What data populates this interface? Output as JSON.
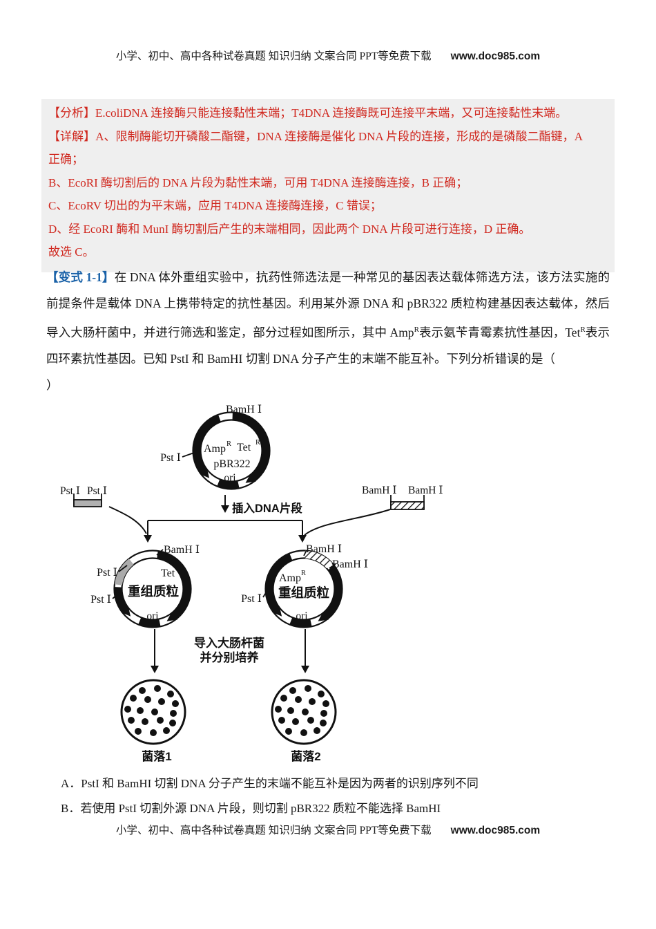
{
  "header": {
    "line": "小学、初中、高中各种试卷真题 知识归纳 文案合同 PPT等免费下载",
    "site": "www.doc985.com"
  },
  "footer": {
    "line": "小学、初中、高中各种试卷真题 知识归纳 文案合同 PPT等免费下载",
    "site": "www.doc985.com"
  },
  "analysis": {
    "tag": "【分析】",
    "text": "E.coliDNA 连接酶只能连接黏性末端；T4DNA 连接酶既可连接平末端，又可连接黏性末端。"
  },
  "explanation": {
    "tag": "【详解】",
    "item_a": "A、限制酶能切开磷酸二酯键，DNA 连接酶是催化 DNA 片段的连接，形成的是磷酸二酯键，A 正确；",
    "item_b": "B、EcoRI 酶切割后的 DNA 片段为黏性末端，可用 T4DNA 连接酶连接，B 正确；",
    "item_c": "C、EcoRV 切出的为平末端，应用 T4DNA 连接酶连接，C 错误；",
    "item_d": "D、经 EcoRI 酶和 MunI 酶切割后产生的末端相同，因此两个 DNA 片段可进行连接，D 正确。",
    "conclusion": "故选 C。"
  },
  "variant": {
    "tag": "【变式 1-1】",
    "part1": "在 DNA 体外重组实验中，抗药性筛选法是一种常见的基因表达载体筛选方法，该方法实施的前提条件是载体 DNA 上携带特定的抗性基因。利用某外源 DNA 和 pBR322 质粒构建基因表达载体，然后导入大肠杆菌中，并进行筛选和鉴定，部分过程如图所示，其中 Amp",
    "sup1": "R",
    "part2": "表示氨苄青霉素抗性基因，Tet",
    "sup2": "R",
    "part3": "表示四环素抗性基因。已知 PstI 和 BamHI 切割 DNA 分子产生的末端不能互补。下列分析错误的是（",
    "part4": "）"
  },
  "diagram": {
    "bamh1": "BamH Ⅰ",
    "pst1": "Pst Ⅰ",
    "plasmid_name": "pBR322",
    "amp": "Amp",
    "tet": "Tet",
    "resist_sup": "R",
    "ori": "ori",
    "insert_caption": "插入DNA片段",
    "recombinant": "重组质粒",
    "transform_line1": "导入大肠杆菌",
    "transform_line2": "并分别培养",
    "plate1": "菌落1",
    "plate2": "菌落2"
  },
  "options": {
    "a_label": "A．",
    "a_text": "PstI 和 BamHI 切割 DNA 分子产生的末端不能互补是因为两者的识别序列不同",
    "b_label": "B．",
    "b_text": "若使用 PstI 切割外源 DNA 片段，则切割 pBR322 质粒不能选择 BamHI"
  },
  "colors": {
    "answer_red": "#d0271e",
    "variant_blue": "#1a62a8",
    "answer_bg": "#efefef",
    "fragment_gray": "#b0b0b0"
  }
}
